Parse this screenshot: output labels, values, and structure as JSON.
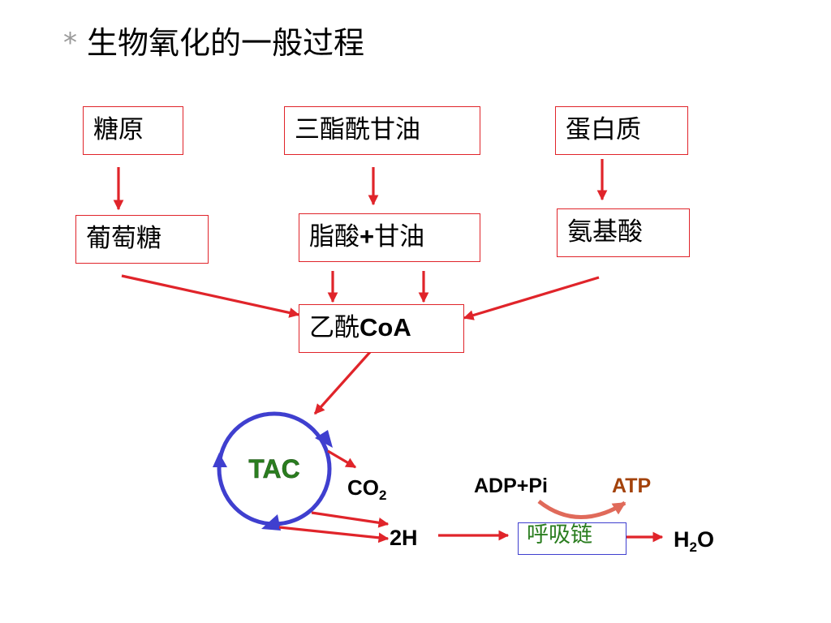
{
  "title": {
    "bullet": "*",
    "text": "生物氧化的一般过程"
  },
  "boxes": {
    "glycogen": "糖原",
    "triglyceride": "三酯酰甘油",
    "protein": "蛋白质",
    "glucose": "葡萄糖",
    "fatty_acid_glycerol": {
      "part1": "脂酸",
      "plus": "+",
      "part2": "甘油"
    },
    "amino_acid": "氨基酸",
    "acetyl_coa": {
      "prefix": "乙酰",
      "suffix": "CoA"
    },
    "respiratory_chain": "呼吸链"
  },
  "cycle": {
    "label": "TAC"
  },
  "products": {
    "co2": {
      "base": "CO",
      "sub": "2"
    },
    "two_h": "2H",
    "adp_pi": "ADP+Pi",
    "atp": "ATP",
    "h2o": {
      "base": "H",
      "sub": "2",
      "tail": "O"
    }
  },
  "colors": {
    "arrow": "#e0242a",
    "box_border": "#e0242a",
    "cycle": "#3f3fcf",
    "tac_text": "#2a7d1f",
    "respiratory_text": "#2a7d1f",
    "respiratory_border": "#3f3fcf",
    "atp_text": "#a3420a",
    "curve_arrow": "#e06a5a",
    "bullet": "#9a9a9a"
  }
}
